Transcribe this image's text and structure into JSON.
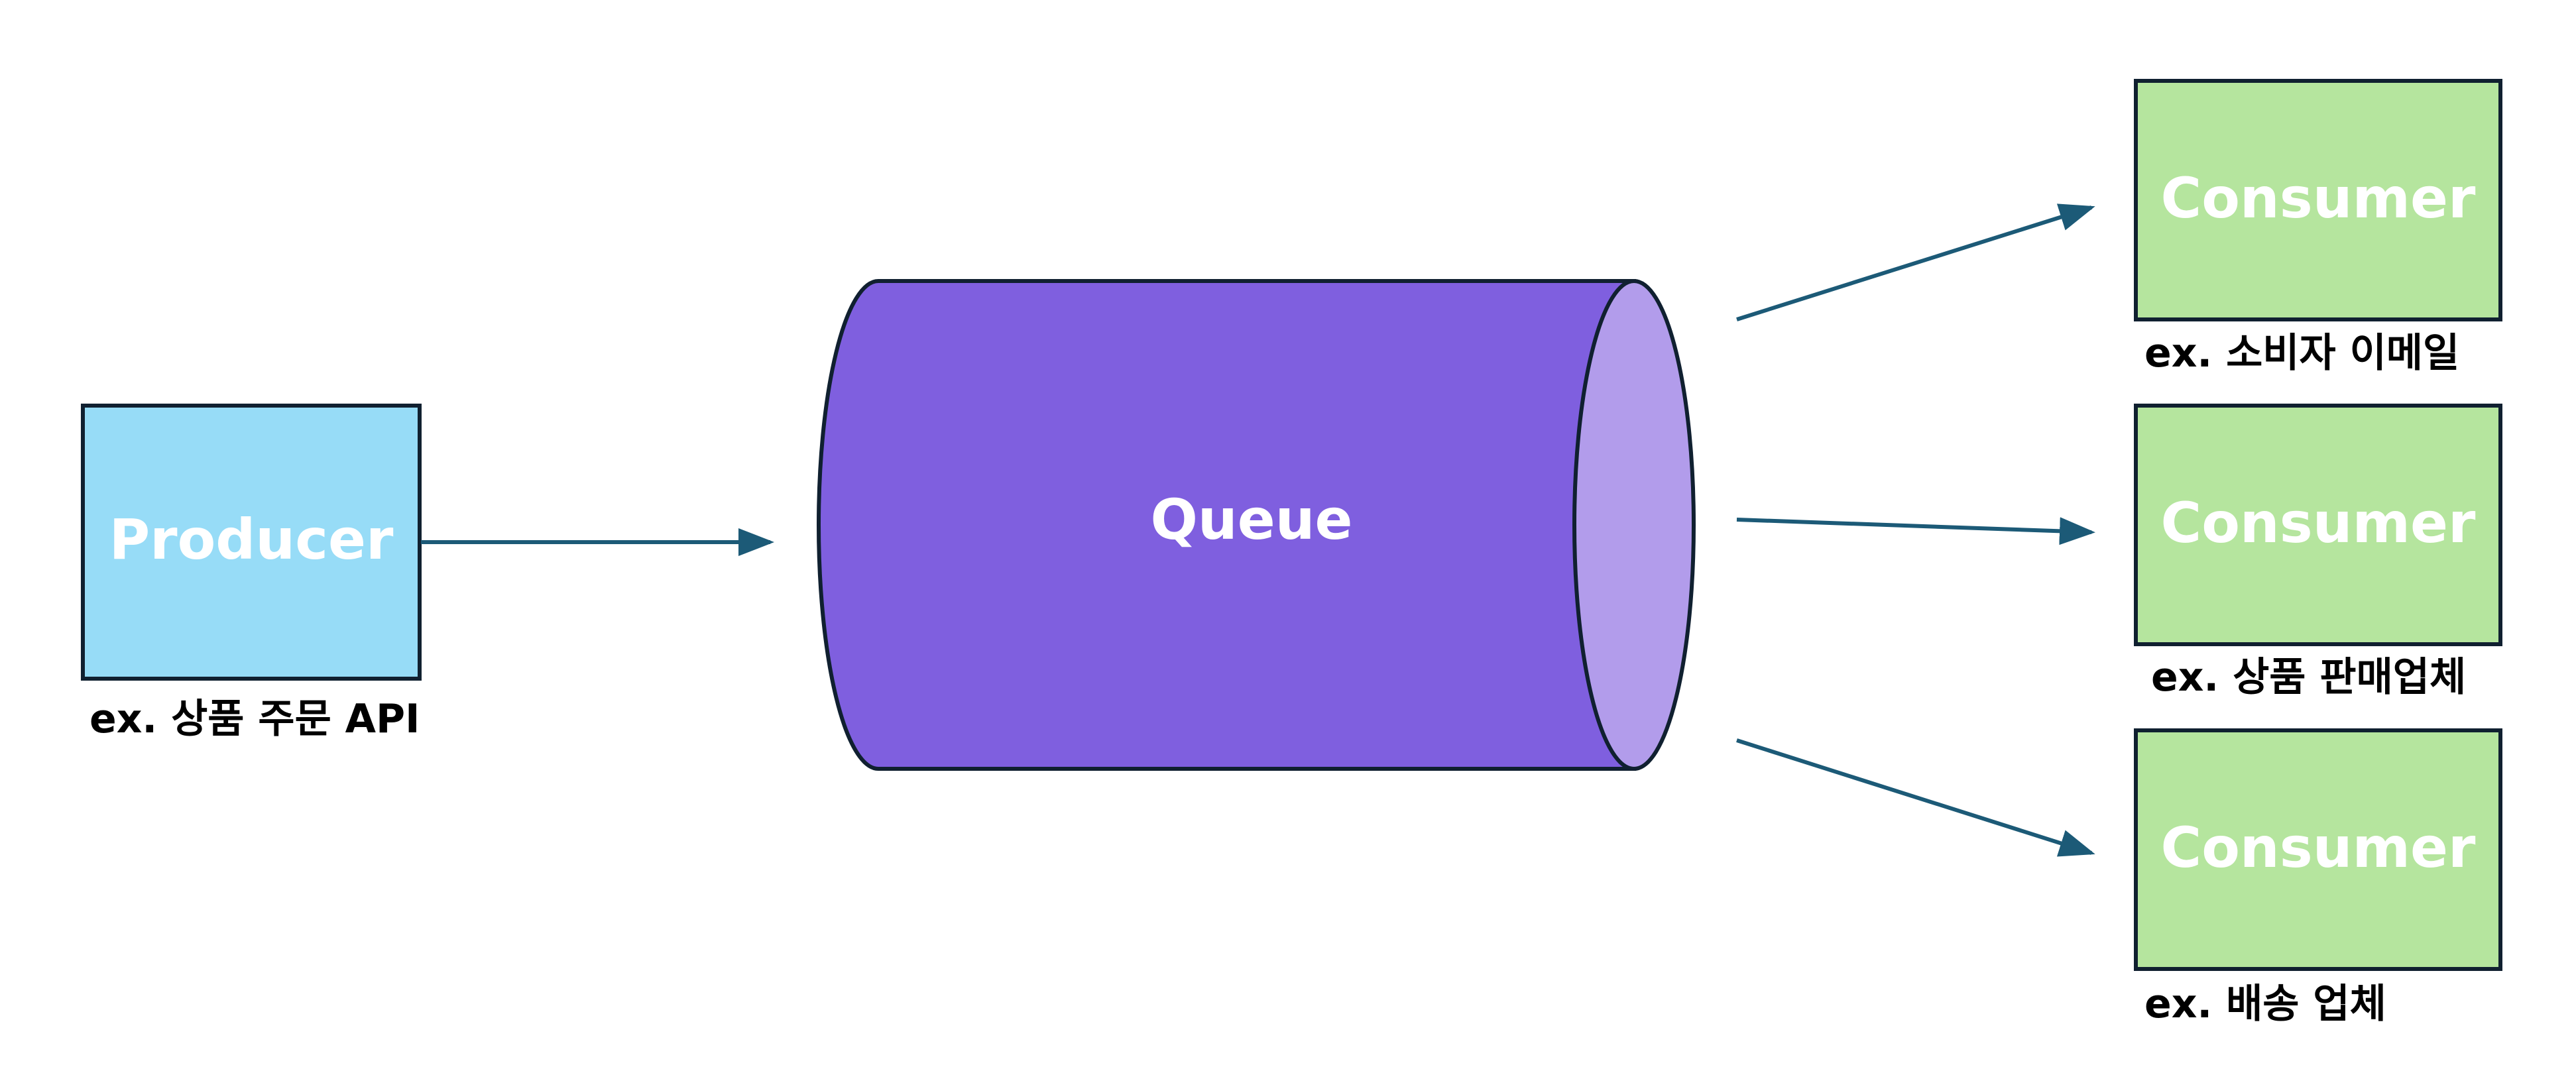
{
  "producer": {
    "label": "Producer",
    "caption": "ex. 상품 주문 API",
    "fill": "#97dcf7"
  },
  "queue": {
    "label": "Queue",
    "fill": "#7f5fdf",
    "end_fill": "#b29ceb"
  },
  "consumers": [
    {
      "label": "Consumer",
      "caption": "ex. 소비자 이메일"
    },
    {
      "label": "Consumer",
      "caption": "ex. 상품 판매업체"
    },
    {
      "label": "Consumer",
      "caption": "ex. 배송 업체"
    }
  ],
  "colors": {
    "consumer_fill": "#b5e59e",
    "outline": "#102030",
    "arrow": "#1c5a77"
  }
}
